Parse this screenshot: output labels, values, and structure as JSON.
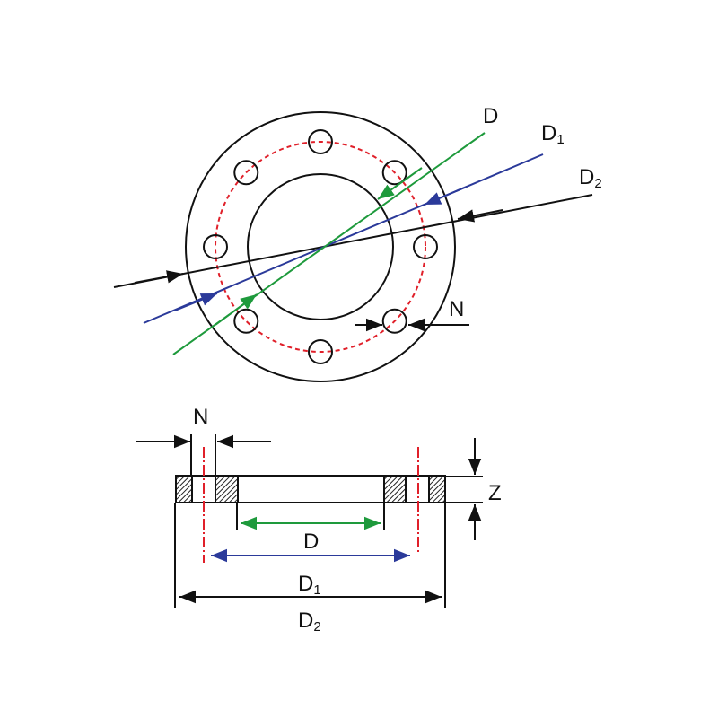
{
  "labels": {
    "D": "D",
    "D1_main": "D",
    "D1_sub": "1",
    "D2_main": "D",
    "D2_sub": "2",
    "N": "N",
    "Z": "Z"
  },
  "colors": {
    "D": "#1e9a3c",
    "D1": "#2b3a9a",
    "D2": "#111111",
    "bolt_circle": "#e0202a"
  },
  "bolt_holes": 8
}
